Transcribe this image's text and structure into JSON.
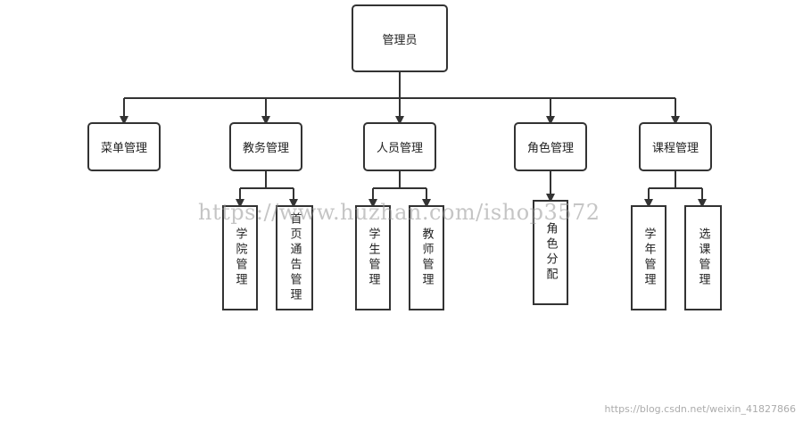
{
  "root": {
    "label": "管理员"
  },
  "modules": {
    "menu": {
      "label": "菜单管理"
    },
    "academic": {
      "label": "教务管理",
      "children": [
        "学院管理",
        "首页通告管理"
      ]
    },
    "staff": {
      "label": "人员管理",
      "children": [
        "学生管理",
        "教师管理"
      ]
    },
    "role": {
      "label": "角色管理",
      "children": [
        "角色分配"
      ]
    },
    "course": {
      "label": "课程管理",
      "children": [
        "学年管理",
        "选课管理"
      ]
    }
  },
  "watermarks": {
    "center": "https://www.huzhan.com/ishop3572",
    "corner": "https://blog.csdn.net/weixin_41827866"
  },
  "colors": {
    "stroke": "#333333",
    "background": "#ffffff",
    "watermark": "#969696"
  }
}
